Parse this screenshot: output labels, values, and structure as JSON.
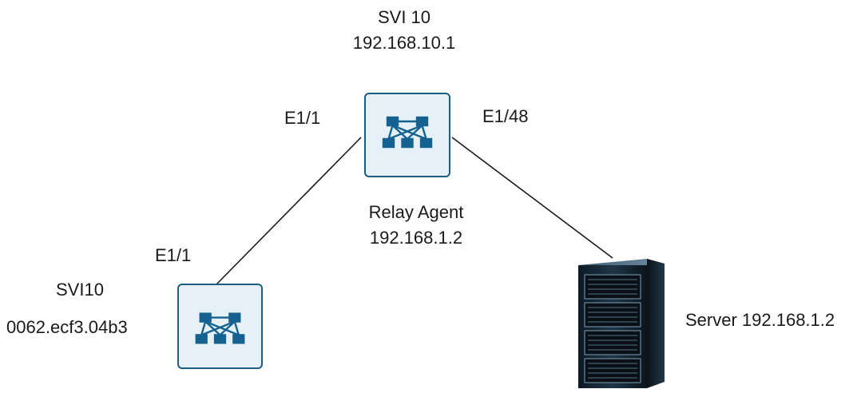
{
  "relay_switch": {
    "icon": "switch-icon",
    "svi_title": "SVI 10",
    "svi_ip": "192.168.10.1",
    "left_port": "E1/1",
    "right_port": "E1/48",
    "role": "Relay Agent",
    "ip": "192.168.1.2"
  },
  "client_switch": {
    "icon": "switch-icon",
    "port": "E1/1",
    "svi": "SVI10",
    "mac": "0062.ecf3.04b3"
  },
  "server": {
    "icon": "server-icon",
    "label": "Server 192.168.1.2"
  },
  "colors": {
    "switch_border": "#1d5d84",
    "switch_fill": "#e6f1f7",
    "switch_glyph": "#15618f",
    "link": "#1a1a1a"
  }
}
